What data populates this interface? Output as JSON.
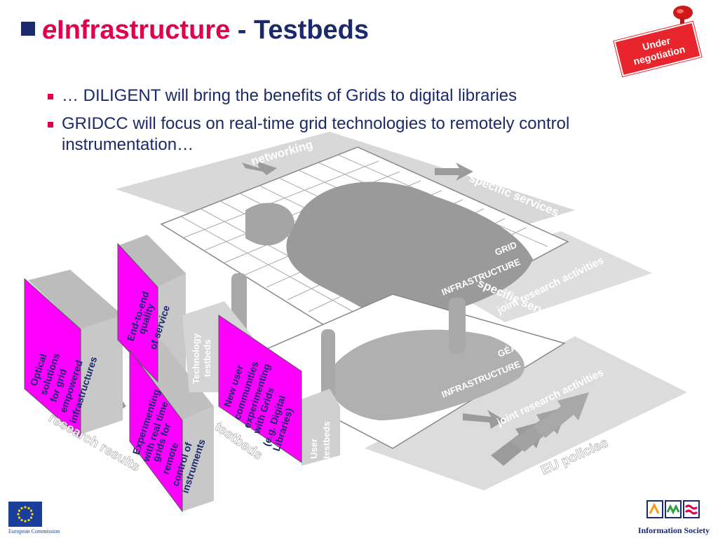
{
  "title": {
    "prefix": "e",
    "main": "Infrastructure",
    "suffix": "- Testbeds"
  },
  "stamp": {
    "line1": "Under",
    "line2": "negotiation"
  },
  "bullets": [
    "… DILIGENT will bring the benefits of Grids to digital libraries",
    "GRIDCC will focus on real-time grid technologies to remotely control instrumentation…"
  ],
  "diagram": {
    "networking": "networking",
    "specific_services_top": "specific services",
    "grid_infra_1": "GRID",
    "grid_infra_2": "INFRASTRUCTURE",
    "joint_research_top": "joint research activities",
    "specific_services_mid": "specific services",
    "geant_1": "GÉANT",
    "geant_2": "INFRASTRUCTURE",
    "joint_research_bottom": "joint research activities",
    "eu_policies": "EU policies",
    "research_results": "research results",
    "testbeds": "testbeds",
    "technology_testbeds": [
      "Technology",
      "testbeds"
    ],
    "user_testbeds": [
      "User",
      "testbeds"
    ],
    "box_optical": [
      "Optical",
      "solutions",
      "for grid",
      "empowered",
      "infrastructures"
    ],
    "box_endtoend": [
      "End-to-end",
      "quality",
      "of service"
    ],
    "box_realtime": [
      "Experimenting",
      "with real time",
      "grids for",
      "remote",
      "control of",
      "instruments"
    ],
    "box_newuser": [
      "New user",
      "communities",
      "experimenting",
      "with Grids",
      "(e.g. Digital",
      "Libraries)"
    ]
  },
  "logos": {
    "ec": "European Commission",
    "is": "Information Society"
  },
  "colors": {
    "title": "#1a2a6c",
    "accent": "#e0004d",
    "magenta": "#ff00ff",
    "stamp": "#e8242c"
  }
}
